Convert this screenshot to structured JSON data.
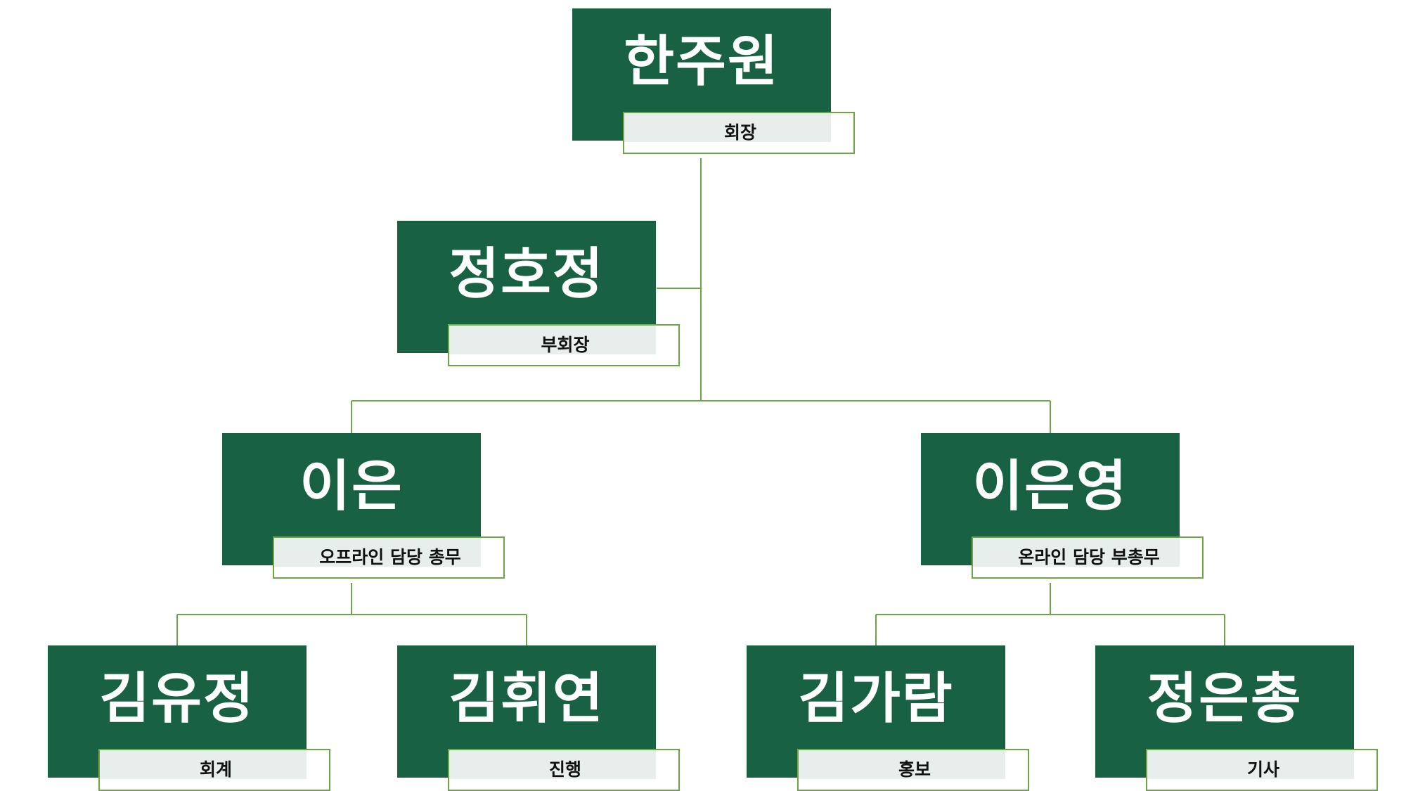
{
  "colors": {
    "node_fill": "#186142",
    "name_text": "#ffffff",
    "role_border": "#6ea545",
    "role_fill": "#e8eeeb",
    "role_text": "#111111",
    "connector": "#6ea545"
  },
  "nodes": [
    {
      "id": "president",
      "name": "한주원",
      "role": "회장"
    },
    {
      "id": "vice-president",
      "name": "정호정",
      "role": "부회장"
    },
    {
      "id": "offline-director",
      "name": "이은",
      "role": "오프라인 담당 총무"
    },
    {
      "id": "online-director",
      "name": "이은영",
      "role": "온라인 담당 부총무"
    },
    {
      "id": "accounting",
      "name": "김유정",
      "role": "회계"
    },
    {
      "id": "progress",
      "name": "김휘연",
      "role": "진행"
    },
    {
      "id": "publicity",
      "name": "김가람",
      "role": "홍보"
    },
    {
      "id": "reporter",
      "name": "정은총",
      "role": "기사"
    }
  ]
}
